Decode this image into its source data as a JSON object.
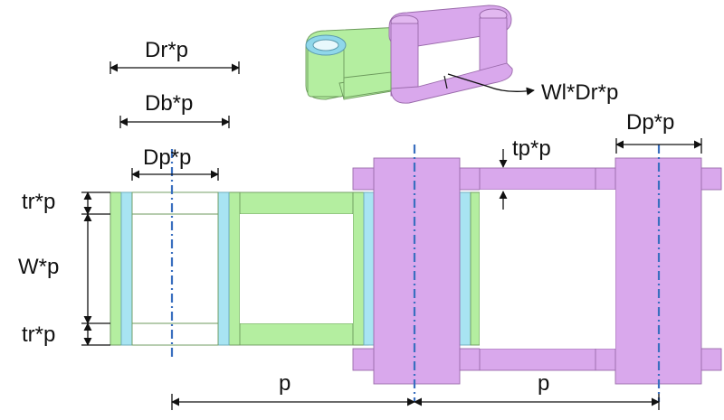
{
  "labels": {
    "dr_p": "Dr*p",
    "db_p": "Db*p",
    "dp_p_left": "Dp*p",
    "tr_p_top": "tr*p",
    "w_p": "W*p",
    "tr_p_bottom": "tr*p",
    "p_left": "p",
    "p_right": "p",
    "tp_p": "tp*p",
    "dp_p_right": "Dp*p",
    "wl_dr_p": "Wl*Dr*p"
  },
  "colors": {
    "inner_link": "#b4eea0",
    "bushing": "#a8e4f2",
    "outer_link": "#d9a8ec",
    "centerline": "#3a6fbf"
  }
}
